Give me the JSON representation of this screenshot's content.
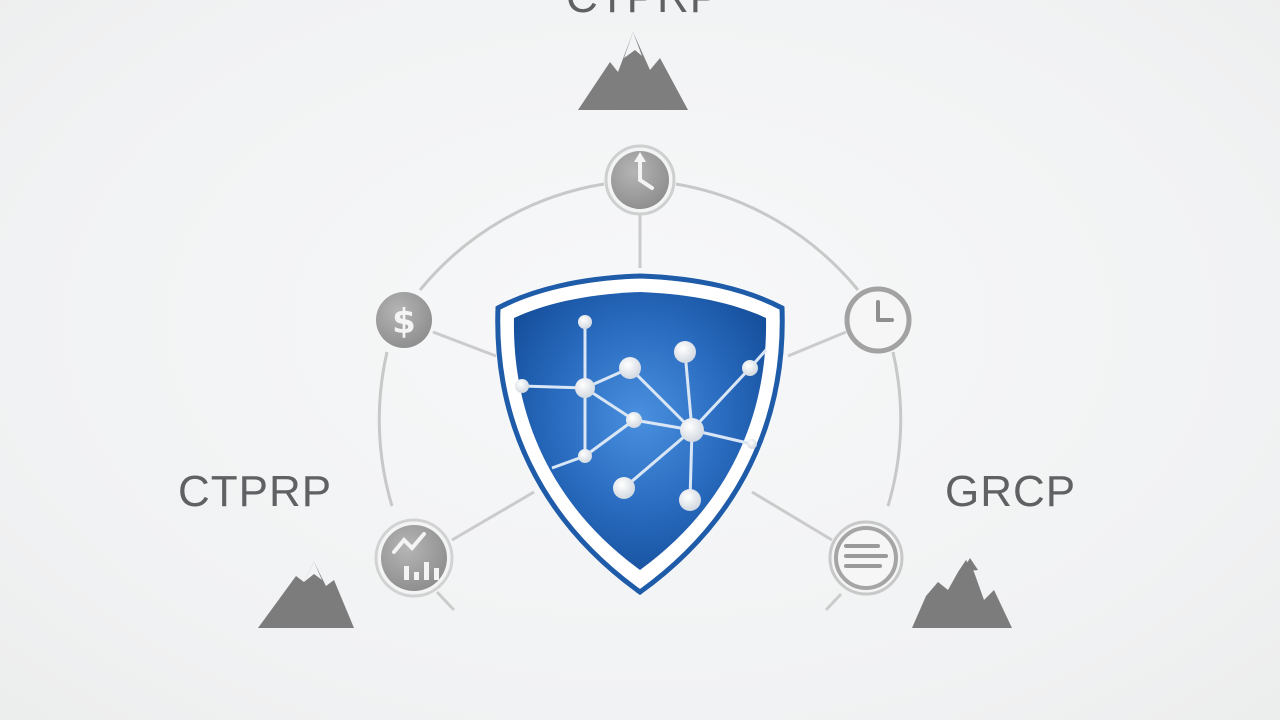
{
  "labels": {
    "top": "CTPRP",
    "left": "CTPRP",
    "right": "GRCP"
  },
  "icons": {
    "center": "shield-network-icon",
    "top_node": "clock-icon",
    "upper_left_node": "dollar-icon",
    "upper_right_node": "clock-icon",
    "lower_left_node": "chart-icon",
    "lower_right_node": "document-lines-icon",
    "top_mountain": "mountain-icon",
    "left_mountain": "mountain-icon",
    "right_mountain": "mountain-icon"
  },
  "colors": {
    "shield_blue": "#1f5fb0",
    "shield_light": "#3e86d6",
    "node_gray": "#9a9a9a",
    "line_gray": "#c9c9c9",
    "mountain_gray": "#7b7b7b",
    "text_gray": "#5f6163"
  }
}
